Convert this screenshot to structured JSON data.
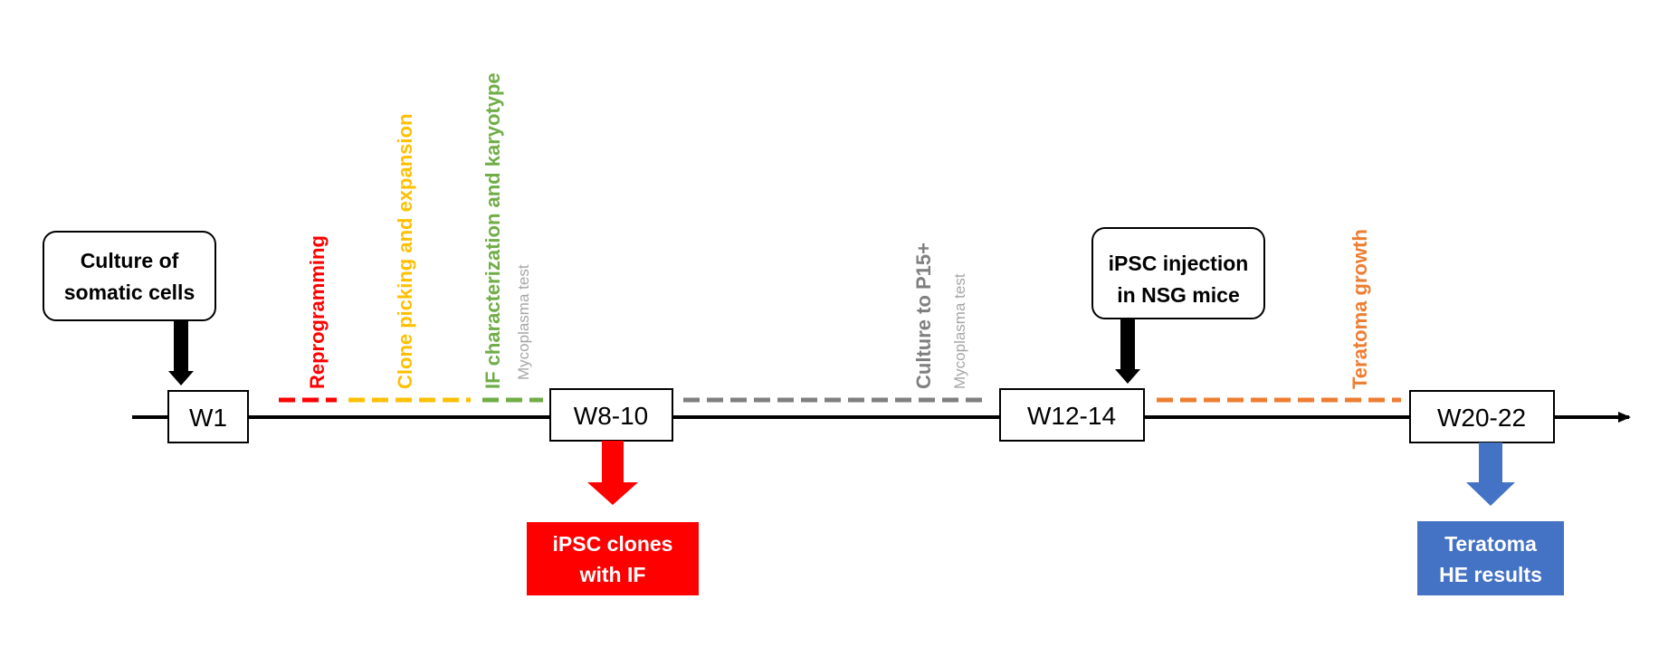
{
  "milestones": {
    "w1": "W1",
    "w8_10": "W8-10",
    "w12_14": "W12-14",
    "w20_22": "W20-22"
  },
  "callouts": {
    "culture_somatic": [
      "Culture of",
      "somatic cells"
    ],
    "ipsc_injection": [
      "iPSC injection",
      "in NSG mice"
    ]
  },
  "results": {
    "ipsc_clones": [
      "iPSC clones",
      "with IF"
    ],
    "teratoma_he": [
      "Teratoma",
      "HE results"
    ]
  },
  "phases": {
    "reprogramming": "Reprogramming",
    "clone_picking": "Clone picking and expansion",
    "if_karyotype": "IF characterization and karyotype",
    "mycoplasma_1": "Mycoplasma test",
    "culture_p15": "Culture to P15+",
    "mycoplasma_2": "Mycoplasma test",
    "teratoma_growth": "Teratoma growth"
  },
  "colors": {
    "reprogramming": "#ff0000",
    "clone_picking": "#ffc000",
    "if_karyotype": "#70ad47",
    "mycoplasma": "#a6a6a6",
    "culture": "#7f7f7f",
    "teratoma": "#ed7d31",
    "result_red": "#ff0000",
    "result_blue": "#4472c4"
  }
}
